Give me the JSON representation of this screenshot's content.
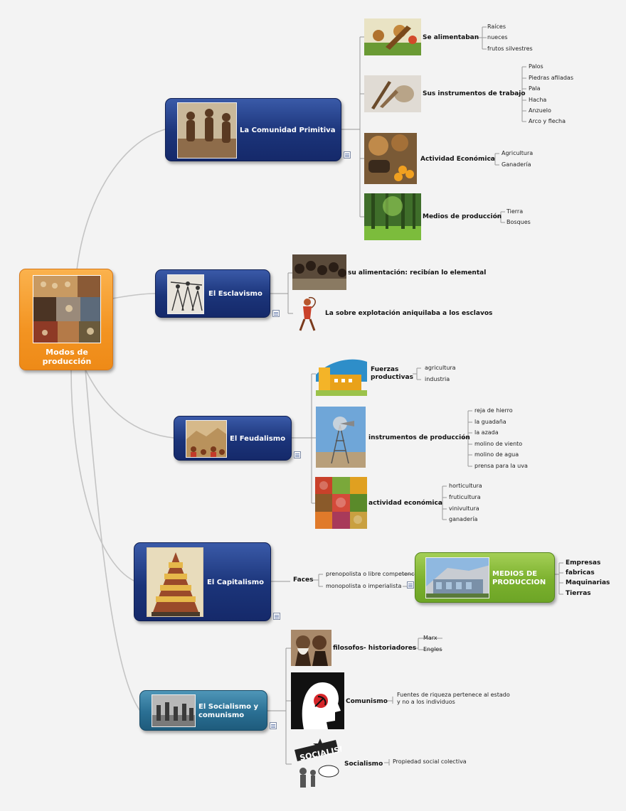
{
  "root": {
    "label": "Modos de\nproducción"
  },
  "comunidad": {
    "label": "La Comunidad Primitiva",
    "branches": [
      {
        "label": "Se alimentaban",
        "leaves": [
          "Raíces",
          "nueces",
          "frutos silvestres"
        ]
      },
      {
        "label": "Sus instrumentos de trabajo",
        "leaves": [
          "Palos",
          "Piedras afiladas",
          "Pala",
          "Hacha",
          "Anzuelo",
          "Arco y flecha"
        ]
      },
      {
        "label": "Actividad Económica",
        "leaves": [
          "Agricultura",
          "Ganadería"
        ]
      },
      {
        "label": "Medios de producción",
        "leaves": [
          "Tierra",
          "Bosques"
        ]
      }
    ]
  },
  "esclavismo": {
    "label": "El Esclavismo",
    "branches": [
      {
        "label": "su alimentación: recibían lo elemental"
      },
      {
        "label": "La sobre explotación aniquilaba a los esclavos"
      }
    ]
  },
  "feudalismo": {
    "label": "El Feudalismo",
    "branches": [
      {
        "label": "Fuerzas\nproductivas",
        "leaves": [
          "agricultura",
          "industria"
        ]
      },
      {
        "label": "instrumentos de producción",
        "leaves": [
          "reja de hierro",
          "la guadaña",
          "la azada",
          "molino de viento",
          "molino de agua",
          "prensa para la uva"
        ]
      },
      {
        "label": "actividad económica",
        "leaves": [
          "horticultura",
          "fruticultura",
          "vinivultura",
          "ganadería"
        ]
      }
    ]
  },
  "capitalismo": {
    "label": "El Capitalismo",
    "faces_label": "Faces",
    "faces": [
      "prenopolista o libre competencia",
      "monopolista o imperialista"
    ],
    "medios": {
      "label": "MEDIOS DE\nPRODUCCION",
      "items": [
        "Empresas",
        "fabricas",
        "Maquinarias",
        "Tierras"
      ]
    }
  },
  "socialismo": {
    "label": "El Socialismo y\ncomunismo",
    "branches": [
      {
        "label": "filosofos- historiadores",
        "leaves": [
          "Marx",
          "Engles"
        ]
      },
      {
        "label": "Comunismo",
        "leaves": [
          "Fuentes de riqueza pertenece al estado\ny no a los individuos"
        ]
      },
      {
        "label": "Socialismo",
        "leaves": [
          "Propiedad social colectiva"
        ]
      }
    ],
    "poster_text": "SOCIALISMO"
  },
  "colors": {
    "blue_node": "#1b3479",
    "teal_node": "#2a6f93",
    "root": "#f39422",
    "medios": "#7cb12e",
    "connector": "#b8b8b8"
  }
}
